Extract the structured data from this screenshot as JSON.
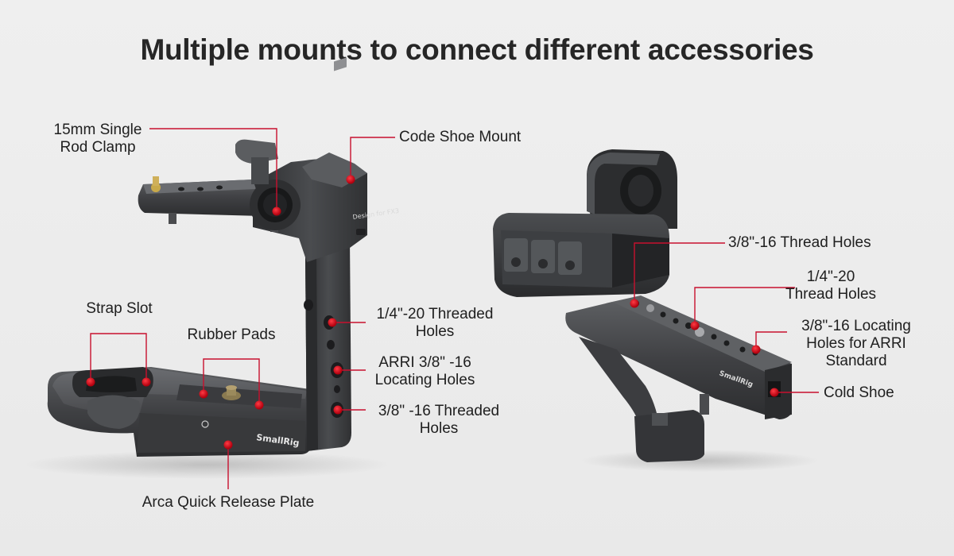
{
  "title": "Multiple mounts to connect different accessories",
  "brand_marks": {
    "cage_logo": "SmallRig",
    "handle_logo": "SmallRig",
    "side_engraving": "Design for FX3"
  },
  "callouts_left": {
    "rod_clamp": [
      "15mm Single",
      "Rod Clamp"
    ],
    "code_shoe": "Code Shoe Mount",
    "strap_slot": "Strap Slot",
    "rubber_pads": "Rubber Pads",
    "quarter_20": [
      "1/4\"-20 Threaded",
      "Holes"
    ],
    "arri_holes": [
      "ARRI 3/8\" -16",
      "Locating Holes"
    ],
    "three_eighths": [
      "3/8\" -16 Threaded",
      "Holes"
    ],
    "arca_plate": "Arca Quick Release Plate"
  },
  "callouts_right": {
    "thread_holes_38": "3/8\"-16 Thread Holes",
    "thread_holes_14": [
      "1/4\"-20",
      "Thread Holes"
    ],
    "arri_locating": [
      "3/8\"-16 Locating",
      "Holes for ARRI",
      "Standard"
    ],
    "cold_shoe": "Cold Shoe"
  },
  "colors": {
    "background": "#ececec",
    "metal_dark": "#3a3b3d",
    "metal_mid": "#56585b",
    "leader_line": "#c8102e",
    "marker_dot": "#d0001a"
  }
}
